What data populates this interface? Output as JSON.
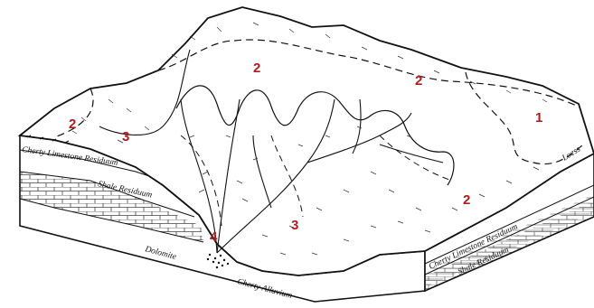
{
  "diagram": {
    "colors": {
      "ink": "#111111",
      "zone_number": "#b01c1c",
      "background": "#ffffff"
    },
    "zone_numbers": [
      "2",
      "2",
      "2",
      "3",
      "1",
      "3",
      "2",
      "4"
    ],
    "layer_labels": {
      "cherty_limestone_left": "Cherty Limestone Residuum",
      "shale_left": "Shale Residuum",
      "dolomite": "Dolomite",
      "cherty_alluvium": "Cherty Alluvium",
      "cherty_limestone_right": "Cherty Limestone Residuum",
      "shale_right": "Shale Residuum",
      "loess": "Loess"
    }
  }
}
